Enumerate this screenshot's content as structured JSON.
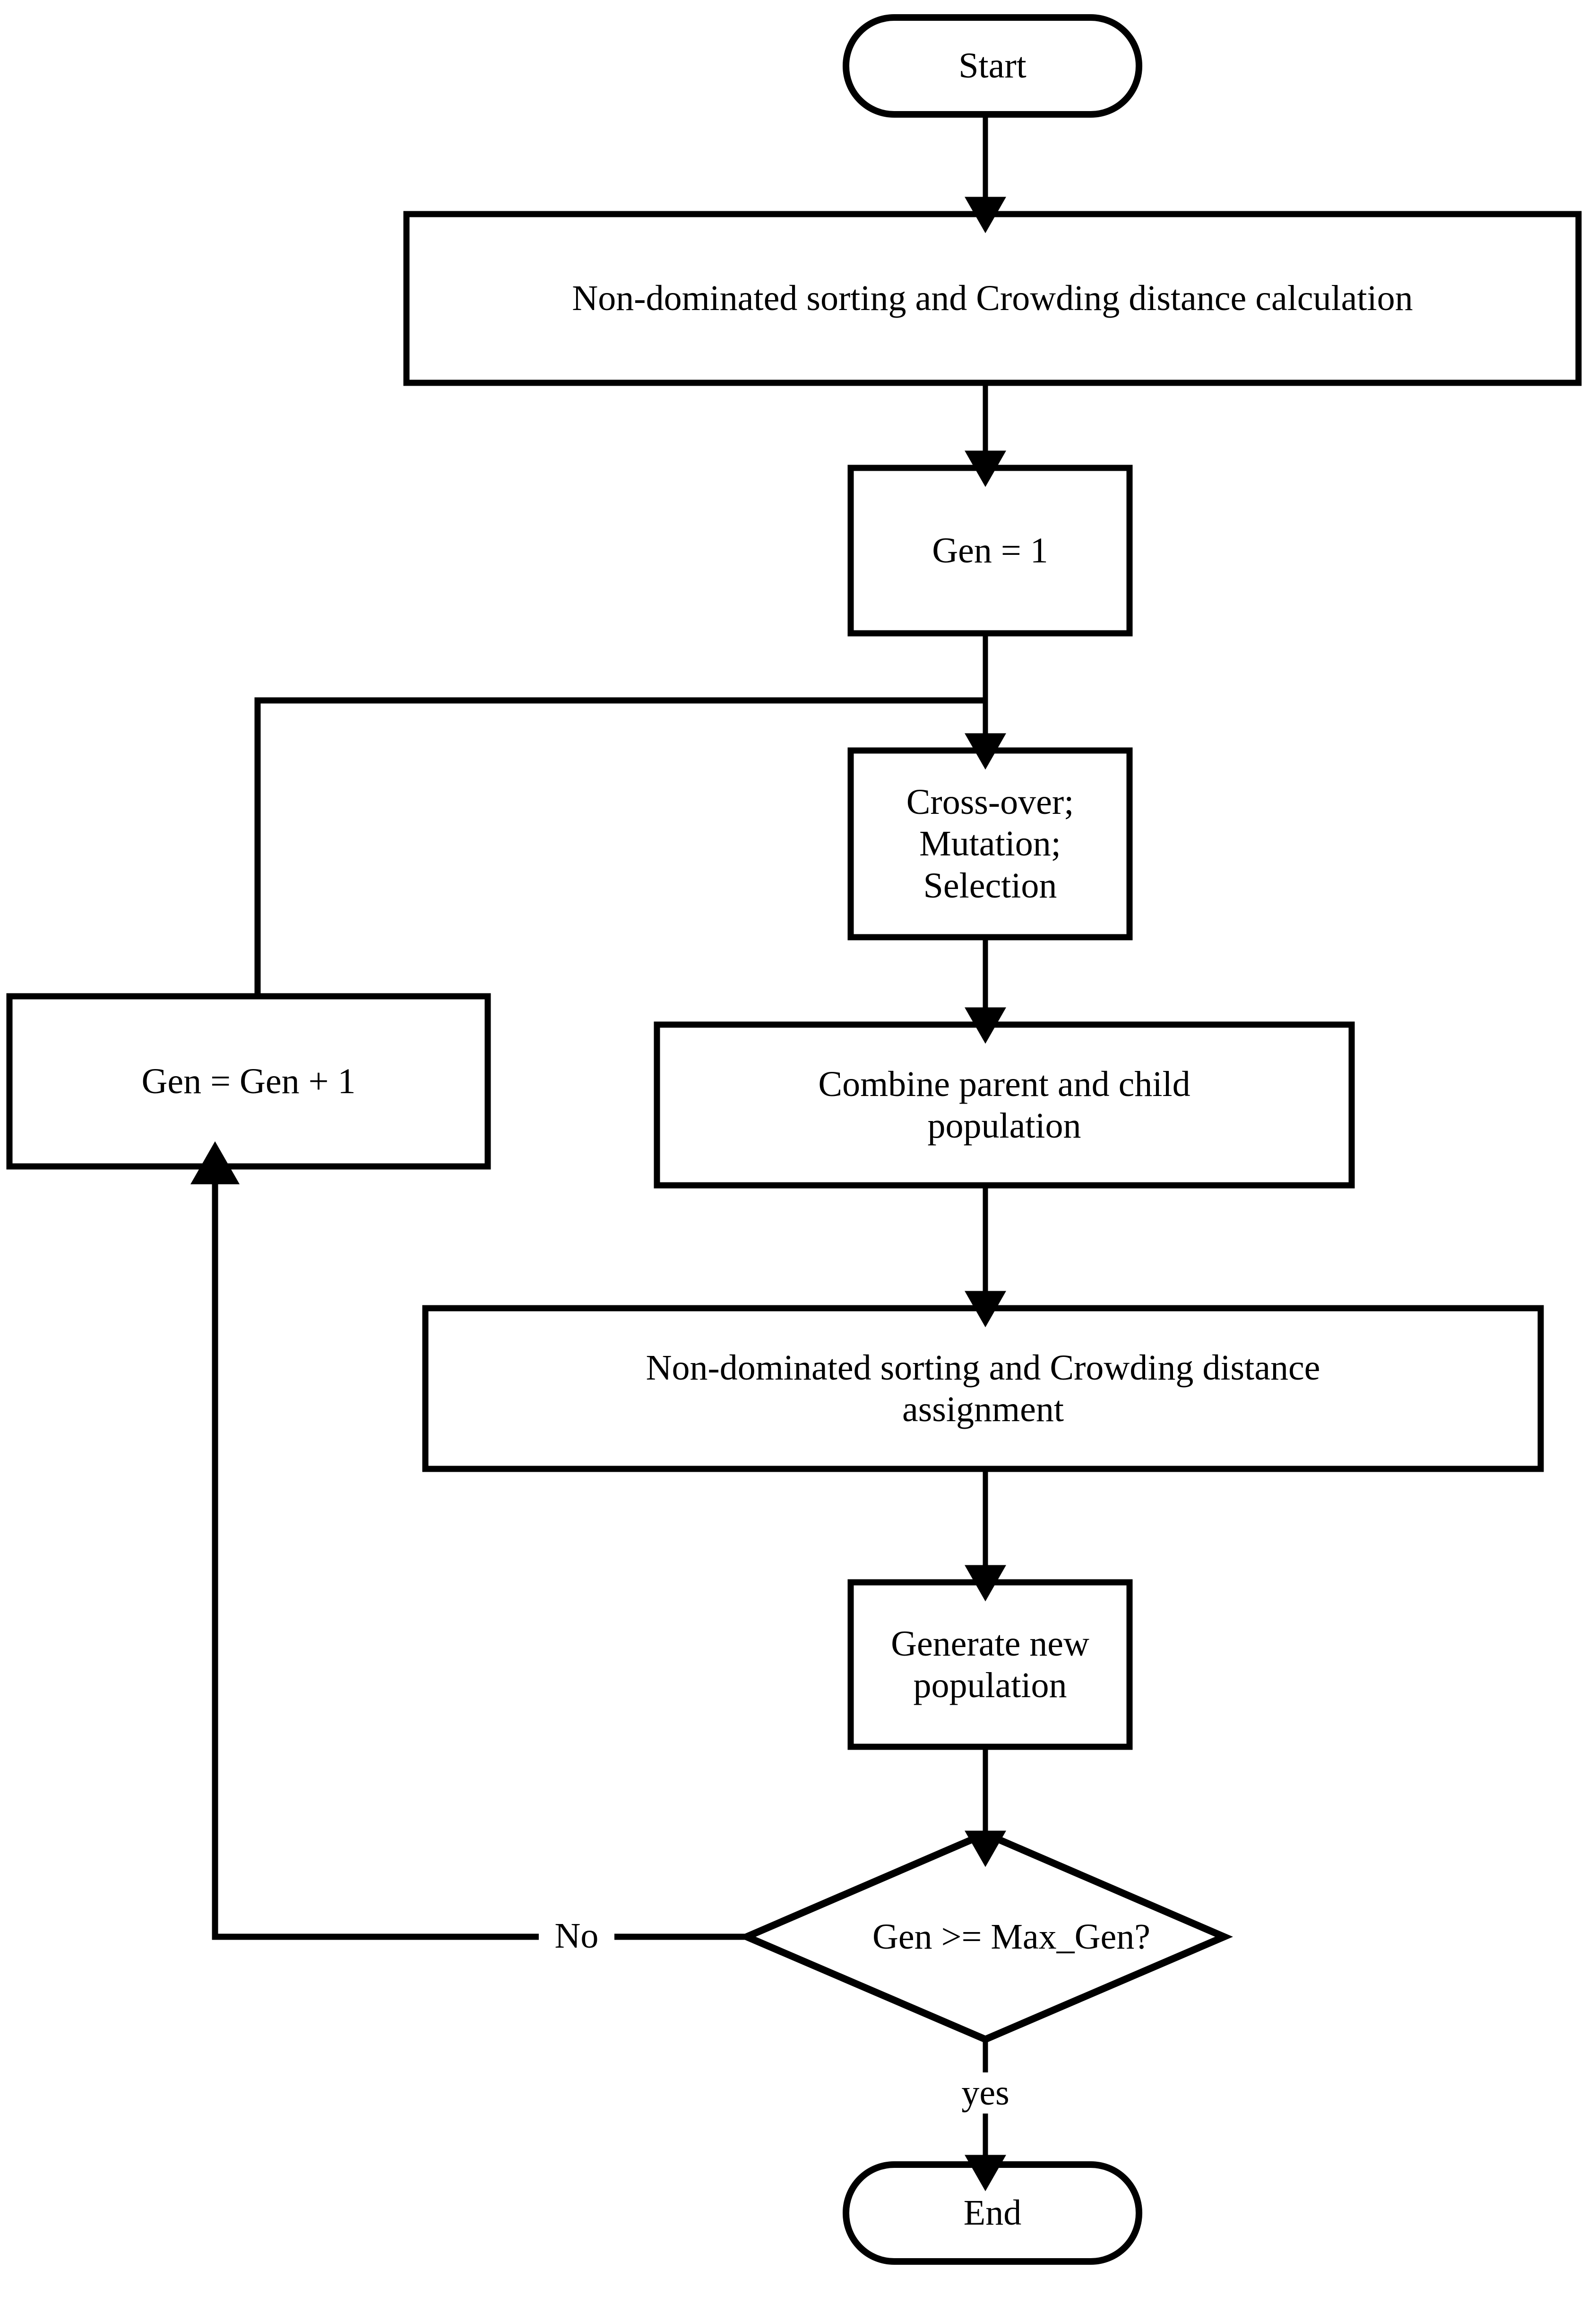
{
  "diagram": {
    "title": "NSGA-II algorithm flowchart",
    "stroke_color": "#000000",
    "fill_color": "#ffffff",
    "background_color": "#ffffff"
  },
  "nodes": {
    "start": {
      "label": "Start",
      "shape": "terminal"
    },
    "sort_calc": {
      "label": "Non-dominated sorting and Crowding distance calculation",
      "shape": "process"
    },
    "gen_init": {
      "label": "Gen = 1",
      "shape": "process"
    },
    "operators": {
      "label": "Cross-over;\nMutation;\nSelection",
      "shape": "process"
    },
    "gen_increment": {
      "label": "Gen = Gen + 1",
      "shape": "process"
    },
    "combine": {
      "label": "Combine parent  and child\npopulation",
      "shape": "process"
    },
    "sort_assign": {
      "label": "Non-dominated sorting and Crowding distance\nassignment",
      "shape": "process"
    },
    "generate": {
      "label": "Generate new\npopulation",
      "shape": "process"
    },
    "decision": {
      "label": "Gen >= Max_Gen?",
      "shape": "decision"
    },
    "end": {
      "label": "End",
      "shape": "terminal"
    }
  },
  "edge_labels": {
    "no_branch": "No",
    "yes_branch": "yes"
  }
}
